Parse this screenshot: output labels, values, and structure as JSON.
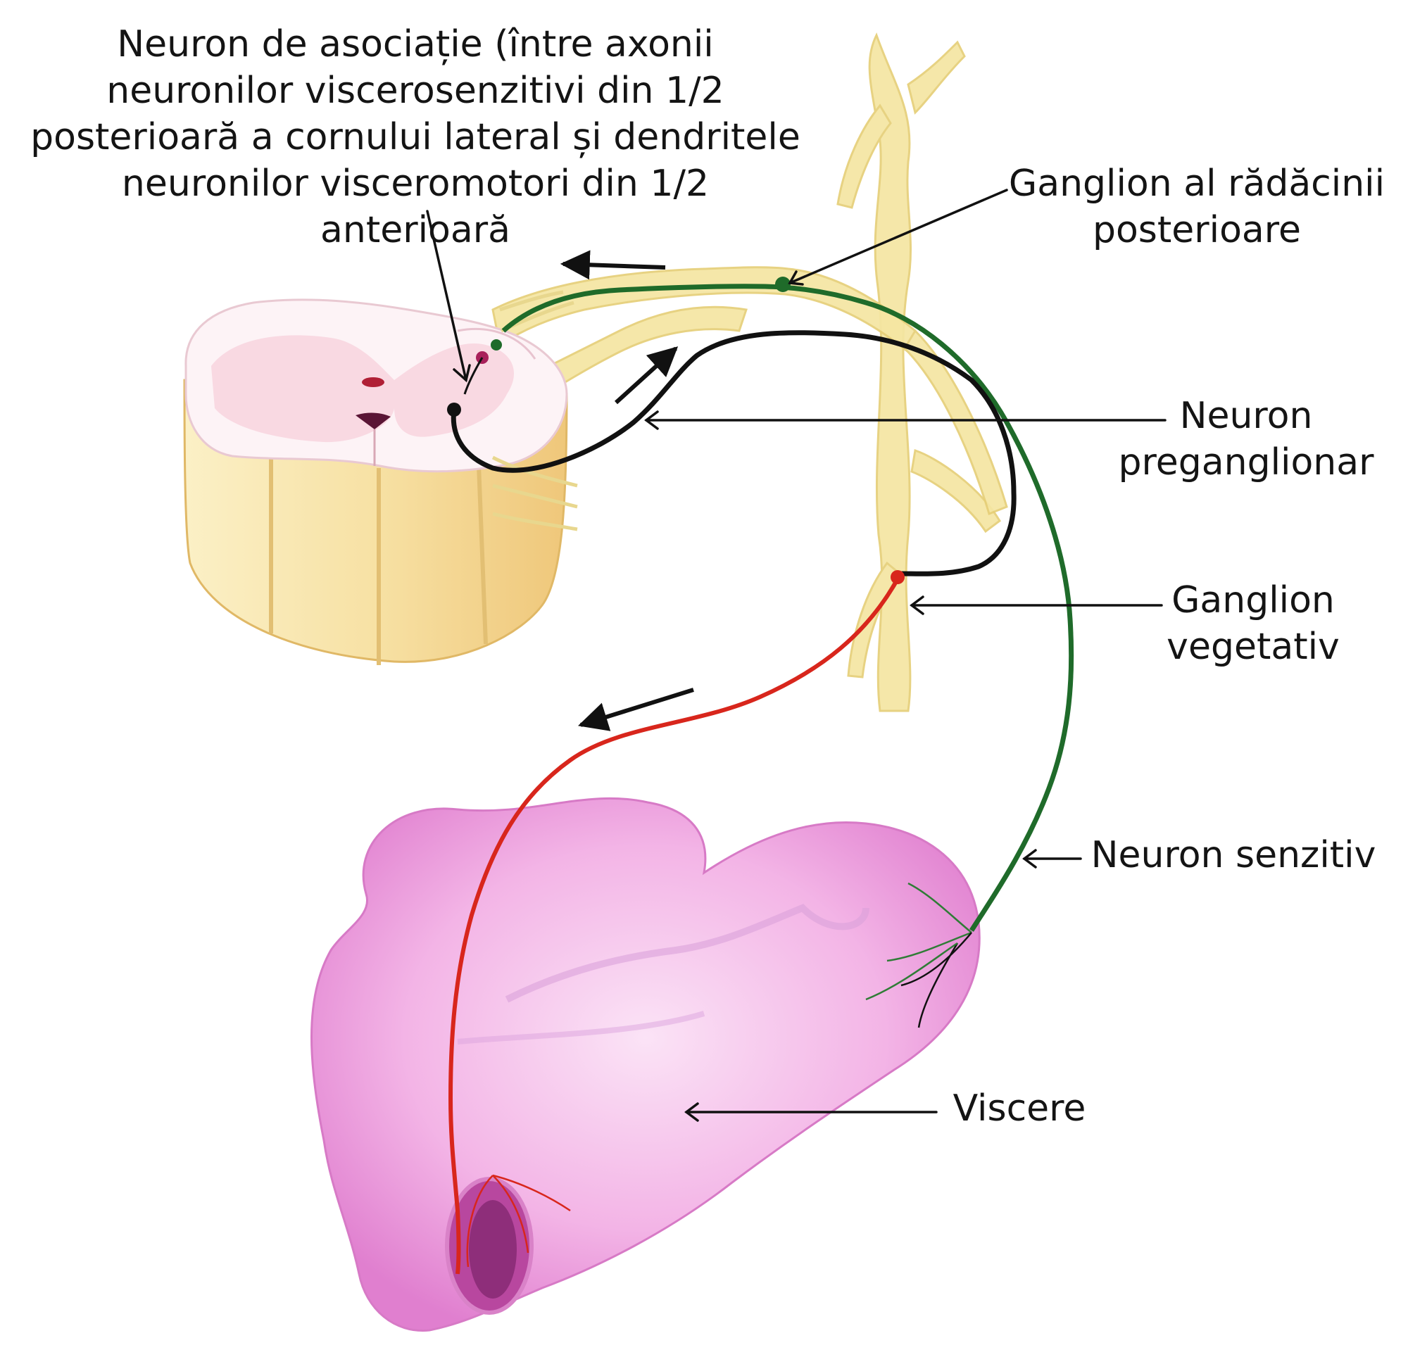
{
  "labels": {
    "association_neuron": "Neuron de asociație (între axonii\nneuronilor viscerosenzitivi din 1/2\nposterioară a cornului lateral și dendritele\nneuronilor visceromotori din 1/2 anterioară",
    "root_ganglion": "Ganglion al rădăcinii\nposterioare",
    "preganglionic_neuron": "Neuron\npreganglionar",
    "vegetative_ganglion": "Ganglion\nvegetativ",
    "sensory_neuron": "Neuron senzitiv",
    "viscera": "Viscere"
  },
  "colors": {
    "sensory_fiber": "#1f6b2a",
    "preganglionic_fiber": "#111111",
    "postganglionic_fiber": "#d8261c",
    "nerve": "#f4e6a0",
    "spinal_cord_body": "#f7dfa6",
    "grey_matter": "#f6cfd9",
    "viscera": "#f0a6e0",
    "leader_line": "#111111"
  },
  "icons": [
    "arrow-afferent-icon",
    "arrow-efferent-icon",
    "arrow-postganglionic-icon"
  ]
}
